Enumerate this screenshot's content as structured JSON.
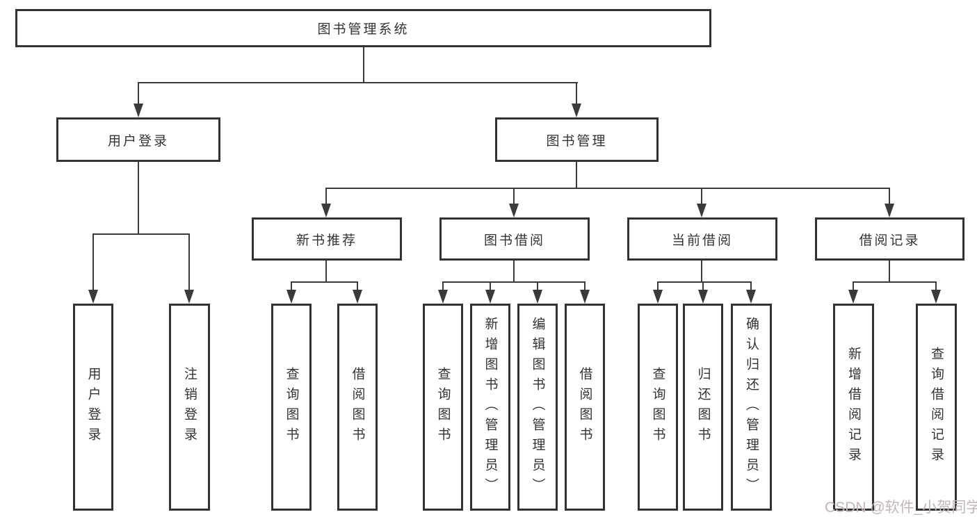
{
  "diagram": {
    "root": "图书管理系统",
    "level2": [
      {
        "label": "用户登录"
      },
      {
        "label": "图书管理"
      }
    ],
    "level3": [
      {
        "label": "新书推荐"
      },
      {
        "label": "图书借阅"
      },
      {
        "label": "当前借阅"
      },
      {
        "label": "借阅记录"
      }
    ],
    "leaves": {
      "user_login": [
        "用户登录",
        "注销登录"
      ],
      "new_books": [
        "查询图书",
        "借阅图书"
      ],
      "book_borrow": [
        "查询图书",
        "新增图书（管理员）",
        "编辑图书（管理员）",
        "借阅图书"
      ],
      "current_borrow": [
        "查询图书",
        "归还图书",
        "确认归还（管理员）"
      ],
      "borrow_records": [
        "新增借阅记录",
        "查询借阅记录"
      ]
    }
  },
  "watermark": "CSDN @软件_小贺同学",
  "colors": {
    "line": "#3a3a3a",
    "border": "#333333",
    "text": "#333333",
    "background": "#ffffff",
    "watermark": "#c2b6b6"
  }
}
